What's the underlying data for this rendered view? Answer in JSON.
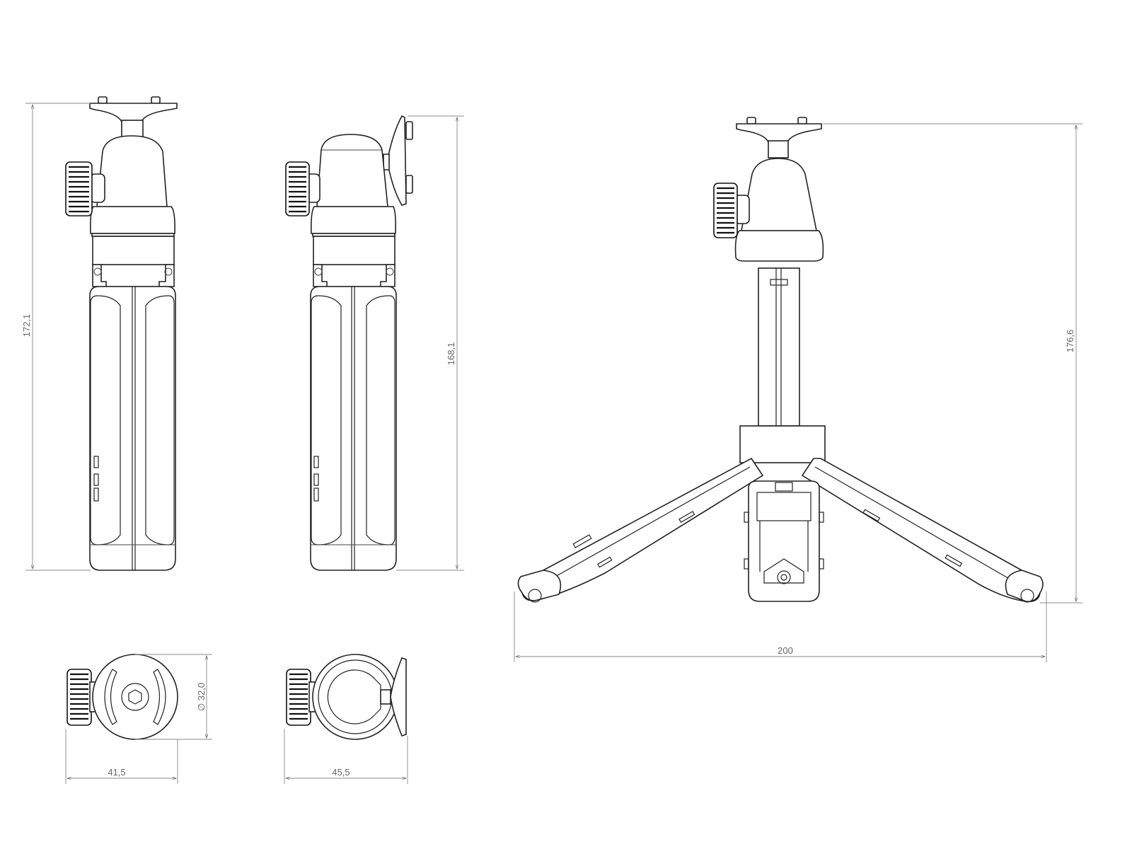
{
  "dimensions": {
    "height_front": "172,1",
    "height_side": "168,1",
    "height_tripod": "176,6",
    "width_tripod": "200",
    "diameter_top": "∅ 32,0",
    "width_top_front": "41,5",
    "width_top_side": "45,5"
  },
  "colors": {
    "line": "#222222",
    "dimension": "#888888",
    "background": "#ffffff"
  }
}
